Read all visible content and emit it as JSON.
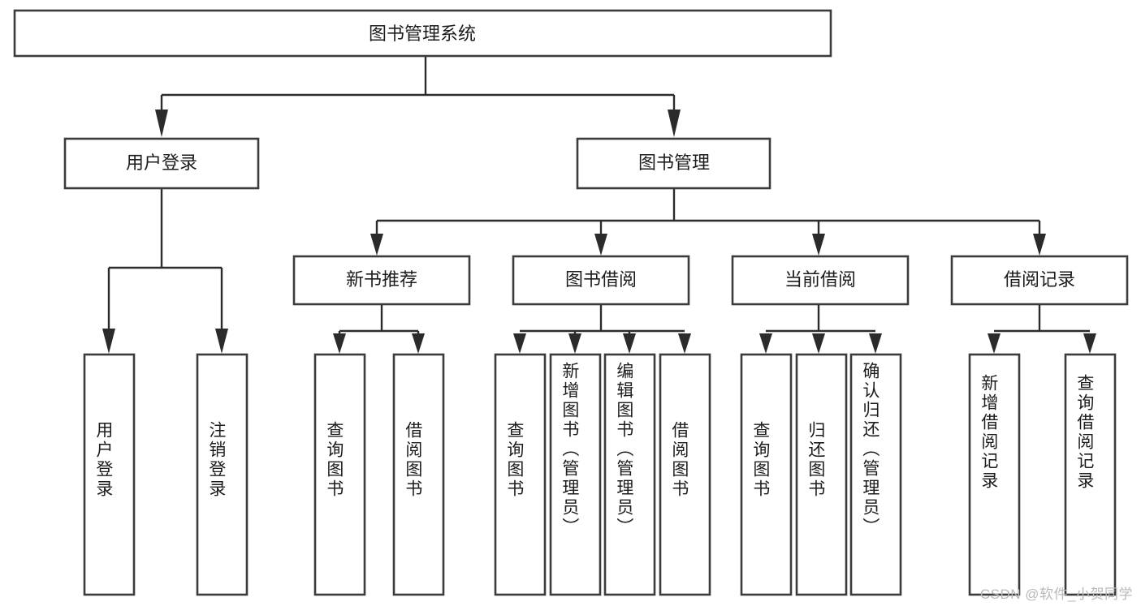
{
  "diagram": {
    "title": "图书管理系统",
    "type": "tree",
    "root": {
      "id": "root",
      "label": "图书管理系统",
      "orientation": "horizontal"
    },
    "level2": [
      {
        "id": "user-login",
        "label": "用户登录",
        "orientation": "horizontal"
      },
      {
        "id": "book-manage",
        "label": "图书管理",
        "orientation": "horizontal"
      }
    ],
    "level3": [
      {
        "id": "new-book-recommend",
        "label": "新书推荐",
        "parent": "book-manage",
        "orientation": "horizontal"
      },
      {
        "id": "book-borrow",
        "label": "图书借阅",
        "parent": "book-manage",
        "orientation": "horizontal"
      },
      {
        "id": "current-borrow",
        "label": "当前借阅",
        "parent": "book-manage",
        "orientation": "horizontal"
      },
      {
        "id": "borrow-record",
        "label": "借阅记录",
        "parent": "book-manage",
        "orientation": "horizontal"
      }
    ],
    "leaves": [
      {
        "id": "leaf-user-login",
        "label": "用户登录",
        "parent": "user-login",
        "orientation": "vertical"
      },
      {
        "id": "leaf-user-logout",
        "label": "注销登录",
        "parent": "user-login",
        "orientation": "vertical"
      },
      {
        "id": "leaf-query-book-1",
        "label": "查询图书",
        "parent": "new-book-recommend",
        "orientation": "vertical"
      },
      {
        "id": "leaf-borrow-book-1",
        "label": "借阅图书",
        "parent": "new-book-recommend",
        "orientation": "vertical"
      },
      {
        "id": "leaf-query-book-2",
        "label": "查询图书",
        "parent": "book-borrow",
        "orientation": "vertical"
      },
      {
        "id": "leaf-add-book",
        "label": "新增图书（管理员）",
        "parent": "book-borrow",
        "orientation": "vertical"
      },
      {
        "id": "leaf-edit-book",
        "label": "编辑图书（管理员）",
        "parent": "book-borrow",
        "orientation": "vertical"
      },
      {
        "id": "leaf-borrow-book-2",
        "label": "借阅图书",
        "parent": "book-borrow",
        "orientation": "vertical"
      },
      {
        "id": "leaf-query-book-3",
        "label": "查询图书",
        "parent": "current-borrow",
        "orientation": "vertical"
      },
      {
        "id": "leaf-return-book",
        "label": "归还图书",
        "parent": "current-borrow",
        "orientation": "vertical"
      },
      {
        "id": "leaf-confirm-return",
        "label": "确认归还（管理员）",
        "parent": "current-borrow",
        "orientation": "vertical"
      },
      {
        "id": "leaf-add-record",
        "label": "新增借阅记录",
        "parent": "borrow-record",
        "orientation": "vertical"
      },
      {
        "id": "leaf-query-record",
        "label": "查询借阅记录",
        "parent": "borrow-record",
        "orientation": "vertical"
      }
    ]
  },
  "watermark": {
    "text": "CSDN @软件_小贺同学",
    "color": "#b9b9b9"
  },
  "colors": {
    "box_stroke": "#3b3b3b",
    "edge_stroke": "#2b2b2b",
    "box_fill": "#ffffff",
    "text": "#1c1c1c",
    "background": "#ffffff"
  }
}
